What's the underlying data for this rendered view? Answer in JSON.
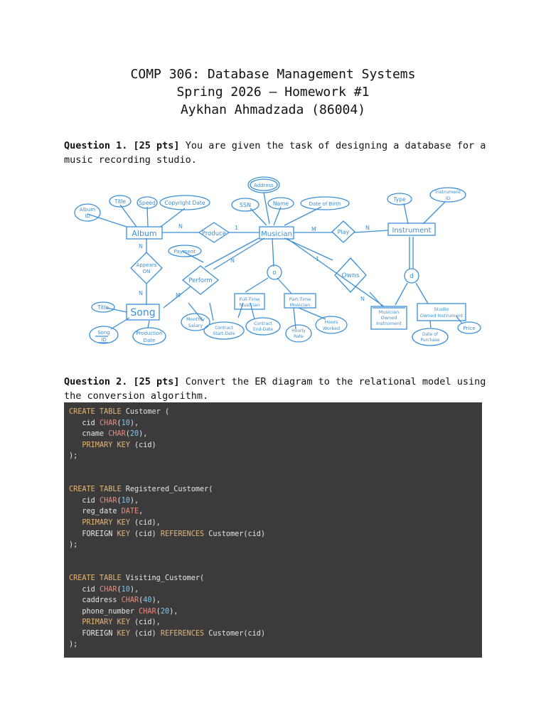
{
  "header": {
    "line1": "COMP 306: Database Management Systems",
    "line2": "Spring 2026 – Homework #1",
    "line3": "Aykhan Ahmadzada (86004)"
  },
  "q1": {
    "label": "Question 1. [25 pts]",
    "text": " You are given the task of designing a database for a music recording studio."
  },
  "q2": {
    "label": "Question 2. [25 pts]",
    "text": " Convert the ER diagram to the relational model using the conversion algorithm."
  },
  "diagram": {
    "entities": {
      "album": "Album",
      "musician": "Musician",
      "instrument": "Instrument",
      "song": "Song",
      "full_time": [
        "Full-Time",
        "Musician"
      ],
      "part_time": [
        "Part-Time",
        "Musician"
      ],
      "musician_owned": [
        "Musician",
        "Owned",
        "Instrument"
      ],
      "studio_owned": [
        "Studio",
        "Owned Instrument"
      ]
    },
    "relationships": {
      "produce": "Produce",
      "play": "Play",
      "appears_on": [
        "Appears",
        "ON"
      ],
      "perform": "Perform",
      "owns": "Owns"
    },
    "attributes": {
      "album_id": [
        "Album",
        "ID"
      ],
      "title_album": "Title",
      "speed": "Speed",
      "copyright": "Copyright Date",
      "address": "Address",
      "ssn": "SSN",
      "name": "Name",
      "dob": "Date of Birth",
      "type": "Type",
      "instrument_id": [
        "Instrument",
        "ID"
      ],
      "payment": "Payment",
      "title_song": "Title",
      "song_id": [
        "Song",
        "ID"
      ],
      "production_date": [
        "Production",
        "Date"
      ],
      "monthly_salary": [
        "Monthly",
        "Salary"
      ],
      "contract_start": [
        "Contract",
        "Start-Date"
      ],
      "contract_end": [
        "Contract",
        "End-Date"
      ],
      "hourly_rate": [
        "Hourly",
        "Rate"
      ],
      "hours_worked": [
        "Hours",
        "Worked"
      ],
      "date_purchase": [
        "Date of",
        "Purchase"
      ],
      "price": "Price"
    },
    "cardinalities": {
      "album_produce": "N",
      "produce_musician": "1",
      "musician_play": "M",
      "play_instrument": "N",
      "album_appears": "N",
      "appears_song": "N",
      "perform_musician": "N",
      "perform_song": "M",
      "musician_owns": "1",
      "owns_instrument": "N"
    },
    "specialization": {
      "musician": "o",
      "instrument": "d"
    }
  },
  "code": [
    [
      [
        "kw",
        "CREATE TABLE"
      ],
      [
        "t",
        " Customer ("
      ]
    ],
    [
      [
        "t",
        "   cid "
      ],
      [
        "ty",
        "CHAR"
      ],
      [
        "t",
        "("
      ],
      [
        "num",
        "10"
      ],
      [
        "t",
        "),"
      ]
    ],
    [
      [
        "t",
        "   cname "
      ],
      [
        "ty",
        "CHAR"
      ],
      [
        "t",
        "("
      ],
      [
        "num",
        "20"
      ],
      [
        "t",
        "),"
      ]
    ],
    [
      [
        "t",
        "   "
      ],
      [
        "kw",
        "PRIMARY KEY"
      ],
      [
        "t",
        " (cid)"
      ]
    ],
    [
      [
        "t",
        ");"
      ]
    ],
    [],
    [],
    [
      [
        "kw",
        "CREATE TABLE"
      ],
      [
        "t",
        " Registered_Customer("
      ]
    ],
    [
      [
        "t",
        "   cid "
      ],
      [
        "ty",
        "CHAR"
      ],
      [
        "t",
        "("
      ],
      [
        "num",
        "10"
      ],
      [
        "t",
        "),"
      ]
    ],
    [
      [
        "t",
        "   reg_date "
      ],
      [
        "ty",
        "DATE"
      ],
      [
        "t",
        ","
      ]
    ],
    [
      [
        "t",
        "   "
      ],
      [
        "kw",
        "PRIMARY KEY"
      ],
      [
        "t",
        " (cid),"
      ]
    ],
    [
      [
        "t",
        "   FOREIGN "
      ],
      [
        "kw",
        "KEY"
      ],
      [
        "t",
        " (cid) "
      ],
      [
        "kw",
        "REFERENCES"
      ],
      [
        "t",
        " Customer(cid)"
      ]
    ],
    [
      [
        "t",
        ");"
      ]
    ],
    [],
    [],
    [
      [
        "kw",
        "CREATE TABLE"
      ],
      [
        "t",
        " Visiting_Customer("
      ]
    ],
    [
      [
        "t",
        "   cid "
      ],
      [
        "ty",
        "CHAR"
      ],
      [
        "t",
        "("
      ],
      [
        "num",
        "10"
      ],
      [
        "t",
        "),"
      ]
    ],
    [
      [
        "t",
        "   caddress "
      ],
      [
        "ty",
        "CHAR"
      ],
      [
        "t",
        "("
      ],
      [
        "num",
        "40"
      ],
      [
        "t",
        "),"
      ]
    ],
    [
      [
        "t",
        "   phone_number "
      ],
      [
        "ty",
        "CHAR"
      ],
      [
        "t",
        "("
      ],
      [
        "num",
        "20"
      ],
      [
        "t",
        "),"
      ]
    ],
    [
      [
        "t",
        "   "
      ],
      [
        "kw",
        "PRIMARY KEY"
      ],
      [
        "t",
        " (cid),"
      ]
    ],
    [
      [
        "t",
        "   FOREIGN "
      ],
      [
        "kw",
        "KEY"
      ],
      [
        "t",
        " (cid) "
      ],
      [
        "kw",
        "REFERENCES"
      ],
      [
        "t",
        " Customer(cid)"
      ]
    ],
    [
      [
        "t",
        ");"
      ]
    ]
  ],
  "colors": {
    "diagram_ink": "#3b8fd6",
    "code_bg": "#3b3b3b",
    "keyword": "#e6b673",
    "type": "#f08a7b",
    "number": "#7fc8f0"
  }
}
